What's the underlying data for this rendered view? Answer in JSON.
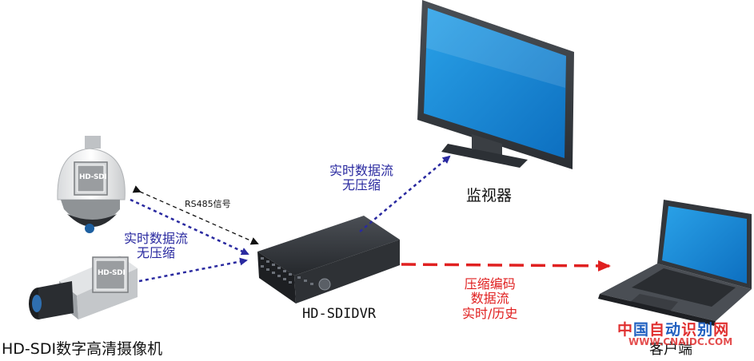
{
  "labels": {
    "rs485": "RS485信号",
    "stream_to_dvr": [
      "实时数据流",
      "无压缩"
    ],
    "stream_to_monitor": [
      "实时数据流",
      "无压缩"
    ],
    "stream_to_client": [
      "压缩编码",
      "数据流",
      "实时/历史"
    ],
    "camera_group": "HD-SDI数字高清摄像机",
    "dvr": "HD-SDIDVR",
    "monitor": "监视器",
    "client": "客户端",
    "dome_badge": "HD-SDI",
    "box_badge": "HD-SDI"
  },
  "watermark": {
    "chars": [
      "中",
      "国",
      "自",
      "动",
      "识",
      "别",
      "网"
    ],
    "colors": [
      "#e03030",
      "#2060c0",
      "#e03030",
      "#2060c0",
      "#e03030",
      "#2060c0",
      "#e03030"
    ],
    "url": "WWW.CNAIDC.COM"
  },
  "colors": {
    "blue_link": "#2a2aa0",
    "red_link": "#e02020",
    "screen": "#1a8ad8"
  }
}
